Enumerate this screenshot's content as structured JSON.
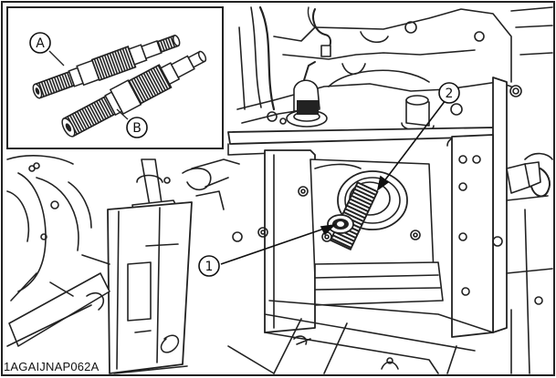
{
  "callouts": {
    "shaft_a": "A",
    "shaft_b": "B",
    "part_1": "1",
    "part_2": "2"
  },
  "figure_code": "1AGAIJNAP062A"
}
